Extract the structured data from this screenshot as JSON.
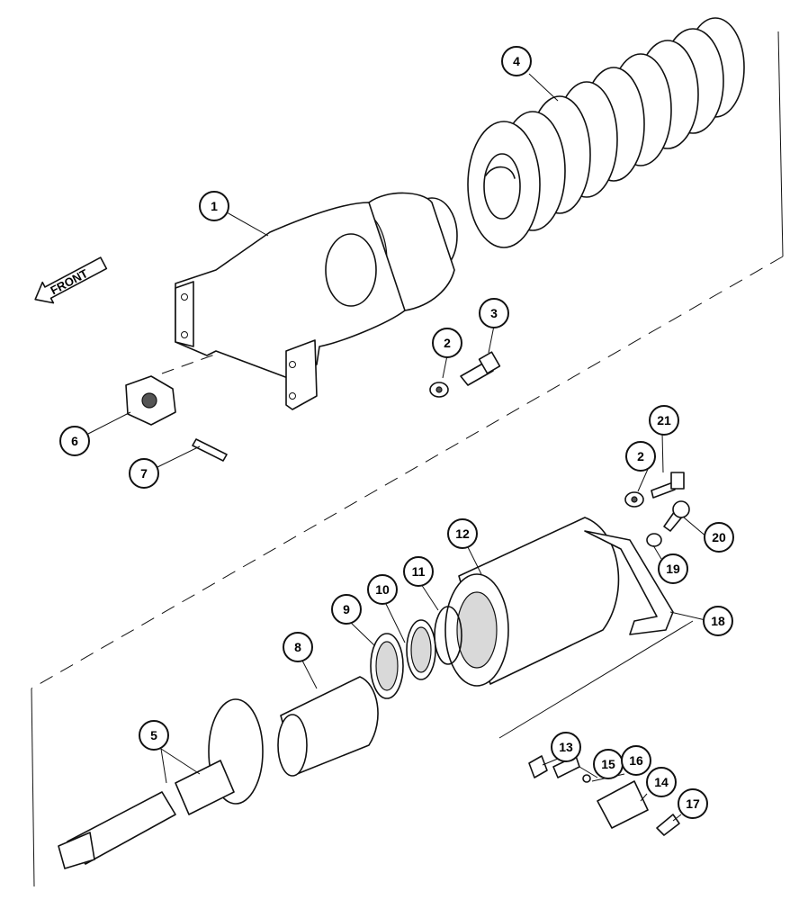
{
  "front_label": "FRONT",
  "callouts": [
    "1",
    "2",
    "3",
    "4",
    "5",
    "6",
    "7",
    "8",
    "9",
    "10",
    "11",
    "12",
    "13",
    "14",
    "15",
    "16",
    "17",
    "18",
    "19",
    "20",
    "21"
  ],
  "callout_2_lower": "2"
}
